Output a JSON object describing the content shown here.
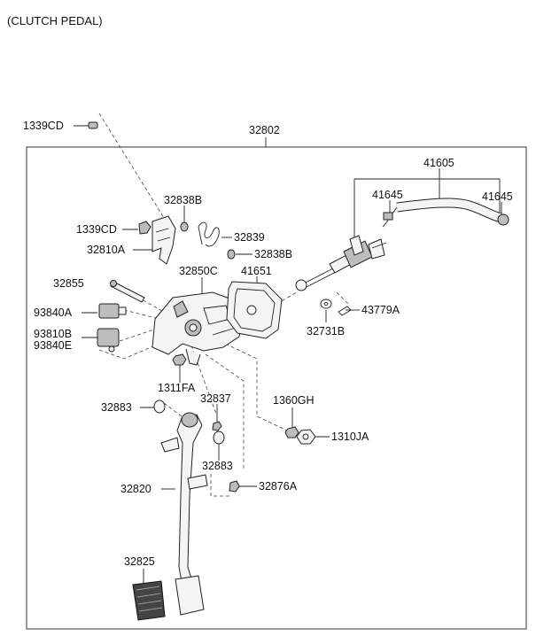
{
  "title": "(CLUTCH PEDAL)",
  "assembly_number": "32802",
  "parts": {
    "p1339CD_top": "1339CD",
    "p1339CD": "1339CD",
    "p32810A": "32810A",
    "p32838B_top": "32838B",
    "p32839": "32839",
    "p32838B": "32838B",
    "p32850C": "32850C",
    "p41651": "41651",
    "p32855": "32855",
    "p93840A": "93840A",
    "p93810B": "93810B",
    "p93840E": "93840E",
    "p1311FA": "1311FA",
    "p32883_left": "32883",
    "p32837": "32837",
    "p32883": "32883",
    "p32820": "32820",
    "p32876A": "32876A",
    "p32825": "32825",
    "p41605": "41605",
    "p41645_left": "41645",
    "p41645_right": "41645",
    "p32731B": "32731B",
    "p43779A": "43779A",
    "p1360GH": "1360GH",
    "p1310JA": "1310JA"
  }
}
